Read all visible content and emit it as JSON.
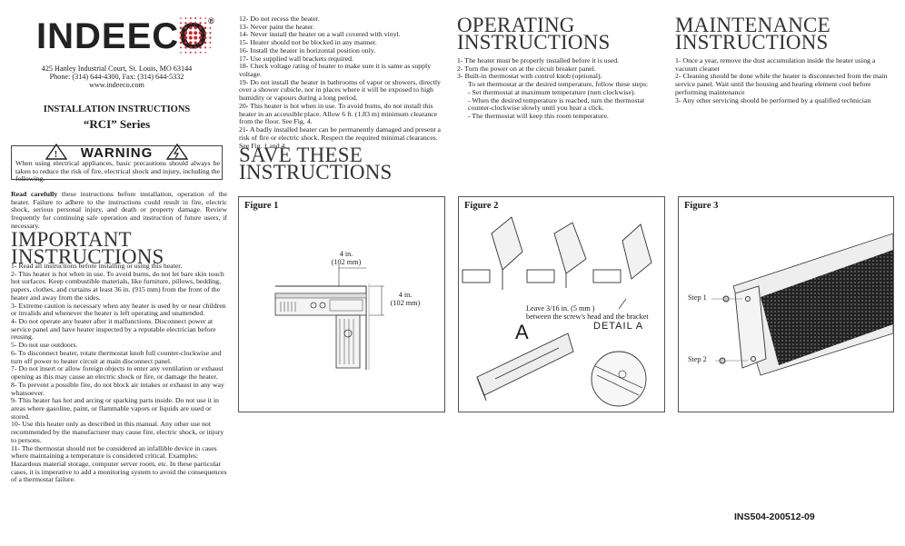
{
  "brand": {
    "name": "INDEECO",
    "reg": "®"
  },
  "address": {
    "line1": "425 Hanley Industrial Court, St. Louis, MO 63144",
    "line2": "Phone: (314) 644-4300, Fax: (314) 644-5332",
    "line3": "www.indeeco.com"
  },
  "install": {
    "title": "INSTALLATION INSTRUCTIONS",
    "series": "“RCI” Series"
  },
  "warning": {
    "label": "WARNING",
    "text": "When using electrical appliances, basic precautions should always be taken to reduce the risk of fire, electrical shock and injury, including the following."
  },
  "intro": {
    "bold": "Read carefully",
    "text": " these instructions before installation, operation of the heater. Failure to adhere to the instructions could result in fire, electric shock, serious personal injury, and death or property damage. Review frequently for continuing safe operation and instruction of future users, if necessary."
  },
  "important": {
    "title_l1": "IMPORTANT",
    "title_l2": "INSTRUCTIONS",
    "items": [
      "1-  Read all instructions before installing or using this heater.",
      "2-  This heater is hot when in use. To avoid burns, do not let bare skin touch hot surfaces. Keep combustible materials, like furniture, pillows, bedding, papers, clothes, and curtains at least 36 in. (915 mm) from the front of the heater and away from the sides.",
      "3-  Extreme caution is necessary when any heater is used by or near children or invalids and whenever the heater is left operating and unattended.",
      "4-  Do not operate any heater after it malfunctions. Disconnect power at service panel and have heater inspected by a reputable electrician before reusing.",
      "5-  Do not use outdoors.",
      "6-  To disconnect heater, rotate thermostat knob full counter-clockwise and turn off power to heater circuit at main disconnect panel.",
      "7-  Do not insert or allow foreign objects to enter any ventilation or exhaust opening as this may cause an electric shock or fire, or damage the heater.",
      "8-  To prevent a possible fire, do not block air intakes or exhaust in any way whatsoever.",
      "9-  This heater has hot and arcing or sparking parts inside. Do not use it in areas where gasoline, paint, or flammable vapors or liquids are used or stored.",
      "10- Use this heater only as described in this manual. Any other use not recommended by the manufacturer may cause fire, electric shock, or injury to persons.",
      "11- The thermostat should not be considered an infallible device in cases where maintaining a temperature is considered critical. Examples: Hazardous material storage, computer server room, etc. In these particular cases, it is imperative to add a monitoring system to avoid the consequences of a thermostat failure."
    ]
  },
  "more": {
    "items": [
      "12- Do not recess the heater.",
      "13- Never paint the heater.",
      "14- Never install the heater on a wall covered with vinyl.",
      "15- Heater should not be blocked in any manner.",
      "16- Install the heater in horizontal position only.",
      "17- Use supplied wall brackets required.",
      "18- Check voltage rating of heater to make sure it is same as supply voltage.",
      "19- Do not install the heater in bathrooms of vapor or showers, directly over a shower cubicle, nor in places where it will be exposed to high humidity or vapours during a long period.",
      "20- This heater is hot when in use. To avoid burns, do not install this heater in an accessible place. Allow 6 ft. (1.83 m) minimum clearance from the floor. See Fig. 4.",
      "21- A badly installed heater can be permanently damaged and present a risk of fire or electric shock. Respect the required minimal clearances. See Fig. 1 and 4."
    ]
  },
  "save": {
    "l1": "SAVE THESE",
    "l2": "INSTRUCTIONS"
  },
  "operating": {
    "title_l1": "OPERATING",
    "title_l2": "INSTRUCTIONS",
    "items": [
      "1-  The heater must be properly installed before it is used.",
      "2-  Turn the power on at the circuit breaker panel.",
      "3-  Built-in thermostat with control knob (optional).",
      "To set thermostat at the desired temperature, follow these steps:",
      "- Set thermostat at maximum temperature (turn clockwise).",
      "- When the desired temperature is reached, turn the thermostat counter-clockwise slowly until you hear a click.",
      "- The thermostat will keep this room temperature."
    ]
  },
  "maintenance": {
    "title_l1": "MAINTENANCE",
    "title_l2": "INSTRUCTIONS",
    "items": [
      "1-  Once a year, remove the dust accumulation inside the heater using a vacuum cleaner",
      "2-  Cleaning should be done while the heater is disconnected from the main service panel. Wait until the housing and heating element cool before performing maintenance",
      "3-  Any other servicing should be performed by a qualified technician"
    ]
  },
  "figure1": {
    "title": "Figure 1",
    "dim_top_l1": "4 in.",
    "dim_top_l2": "(102 mm)",
    "dim_side_l1": "4 in.",
    "dim_side_l2": "(102 mm)"
  },
  "figure2": {
    "title": "Figure 2",
    "note_l1": "Leave 3/16 in. (5 mm )",
    "note_l2": "between the screw's head and the bracket",
    "detail": "DETAIL A",
    "letter": "A"
  },
  "figure3": {
    "title": "Figure 3",
    "step1": "Step 1",
    "step2": "Step 2"
  },
  "docnum": "INS504-200512-09"
}
